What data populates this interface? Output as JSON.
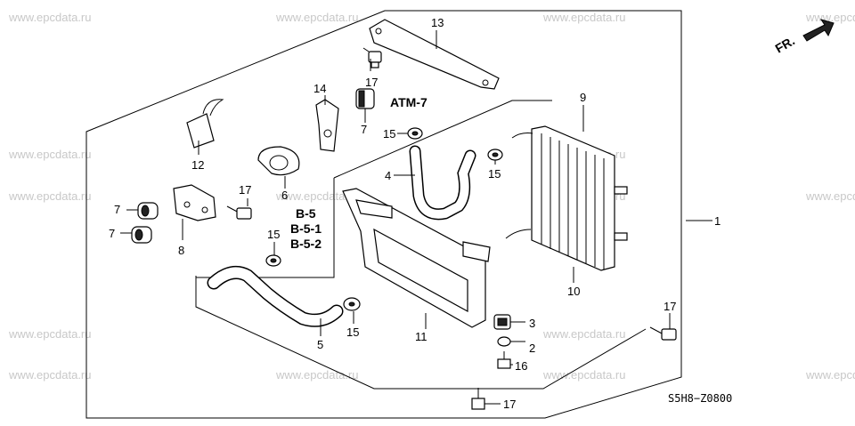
{
  "watermark": "www.epcdata.ru",
  "direction_marker": "FR.",
  "ref_codes": [
    "ATM-7",
    "B-5",
    "B-5-1",
    "B-5-2"
  ],
  "diagram_code": "S5H8−Z0800",
  "callouts": {
    "c1": "1",
    "c2": "2",
    "c3": "3",
    "c4": "4",
    "c5": "5",
    "c6": "6",
    "c7a": "7",
    "c7b": "7",
    "c7c": "7",
    "c8": "8",
    "c9": "9",
    "c10": "10",
    "c11": "11",
    "c12": "12",
    "c13": "13",
    "c14": "14",
    "c15a": "15",
    "c15b": "15",
    "c15c": "15",
    "c15d": "15",
    "c16": "16",
    "c17a": "17",
    "c17b": "17",
    "c17c": "17",
    "c17d": "17"
  }
}
